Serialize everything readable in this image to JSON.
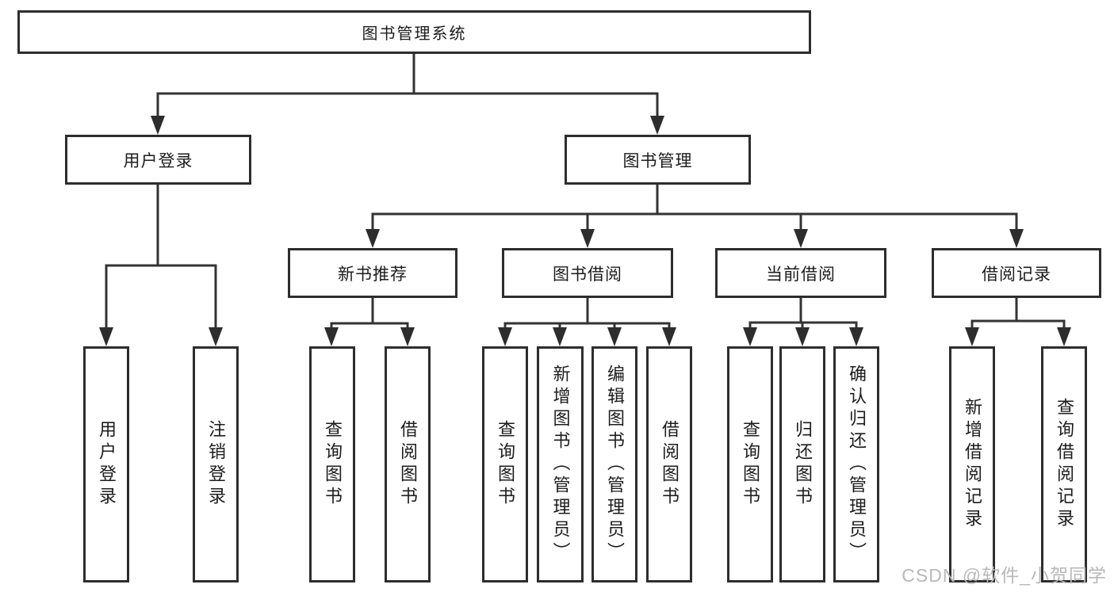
{
  "nodes": {
    "root": "图书管理系统",
    "user_login": "用户登录",
    "book_management": "图书管理",
    "new_book_recommend": "新书推荐",
    "book_borrow": "图书借阅",
    "current_borrow": "当前借阅",
    "borrow_records": "借阅记录",
    "leaves": {
      "user_login": [
        "用户登录",
        "注销登录"
      ],
      "new_book_recommend": [
        "查询图书",
        "借阅图书"
      ],
      "book_borrow": [
        "查询图书",
        "新增图书（管理员）",
        "编辑图书（管理员）",
        "借阅图书"
      ],
      "current_borrow": [
        "查询图书",
        "归还图书",
        "确认归还（管理员）"
      ],
      "borrow_records": [
        "新增借阅记录",
        "查询借阅记录"
      ]
    }
  },
  "watermark": "CSDN @软件_小贺同学",
  "colors": {
    "line": "#333333",
    "border": "#2d2d2d",
    "text": "#1c1c1c",
    "background": "#ffffff",
    "watermark": "#b8b8b8"
  }
}
